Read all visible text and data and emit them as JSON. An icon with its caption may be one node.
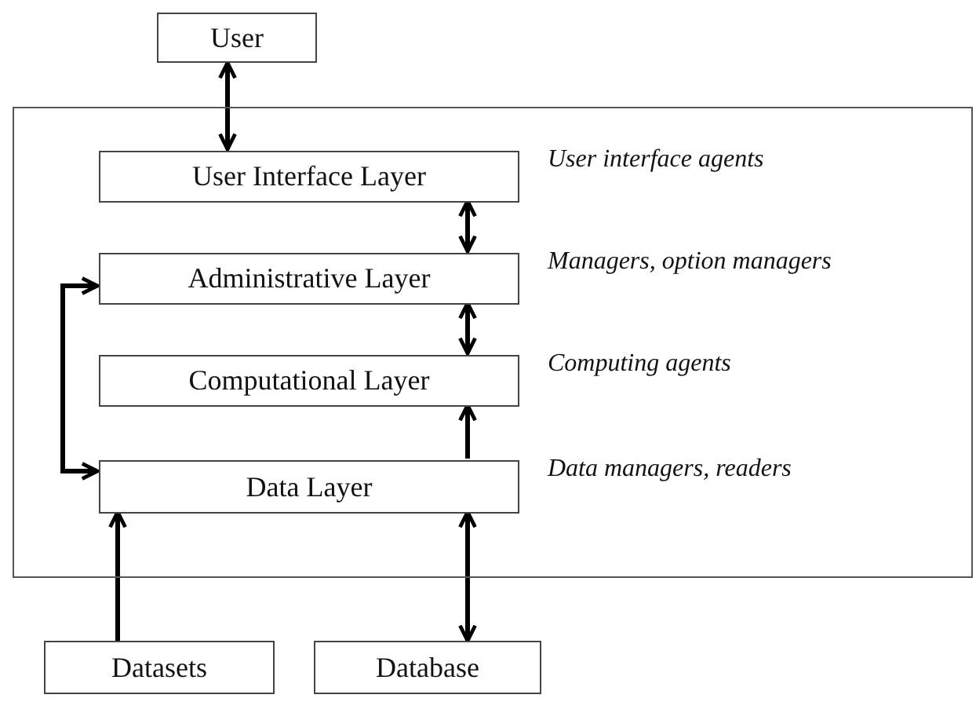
{
  "diagram": {
    "nodes": [
      {
        "text": [
          "User"
        ]
      },
      {
        "text": [],
        "shape": "box"
      },
      {
        "text": [
          "User Interface Layer"
        ],
        "in": 1,
        "beside": [
          "User interface agents"
        ]
      },
      {
        "text": [
          "Administrative Layer"
        ],
        "in": 1,
        "beside": [
          "Managers, option managers"
        ]
      },
      {
        "text": [
          "Computational Layer"
        ],
        "in": 1,
        "beside": [
          "Computing agents"
        ]
      },
      {
        "text": [
          "Data Layer"
        ],
        "in": 1,
        "beside": [
          "Data managers, readers"
        ]
      },
      {
        "text": [
          "Datasets"
        ]
      },
      {
        "text": [
          "Database"
        ]
      }
    ],
    "edges": [
      {
        "from": 0,
        "to": 2,
        "arrow": "both"
      },
      {
        "from": 2,
        "to": 3,
        "arrow": "both"
      },
      {
        "from": 3,
        "to": 4,
        "arrow": "both"
      },
      {
        "from": 5,
        "to": 4,
        "arrow": "to"
      },
      {
        "from": 3,
        "to": 5,
        "arrow": "both"
      },
      {
        "from": 6,
        "to": 5,
        "arrow": "to"
      },
      {
        "from": 7,
        "to": 5,
        "arrow": "both"
      }
    ]
  }
}
